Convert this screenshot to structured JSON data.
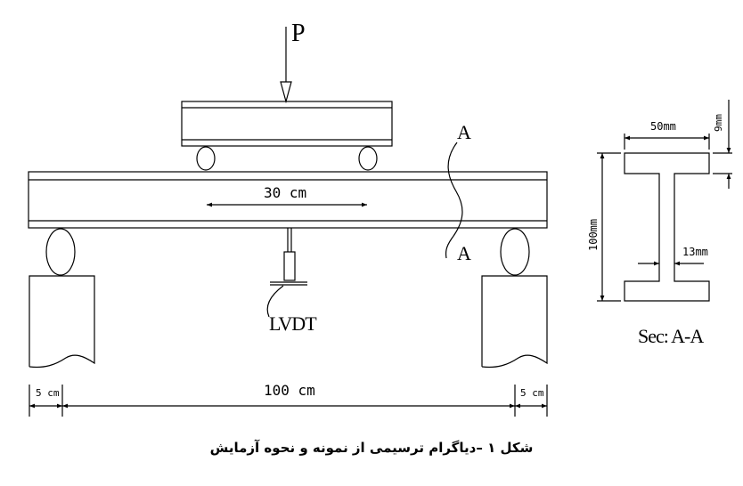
{
  "labels": {
    "load": "P",
    "section_mark_top": "A",
    "section_mark_bottom": "A",
    "gauge_span": "30 cm",
    "sensor": "LVDT",
    "total_span": "100 cm",
    "overhang_left": "5 cm",
    "overhang_right": "5 cm",
    "flange_width": "50mm",
    "flange_thickness": "9mm",
    "section_height": "100mm",
    "web_thickness": "13mm",
    "section_title": "Sec: A-A"
  },
  "caption": "شکل ۱ –دیاگرام ترسیمی از نمونه و نحوه آزمایش",
  "colors": {
    "line": "#000000",
    "background": "#ffffff"
  }
}
